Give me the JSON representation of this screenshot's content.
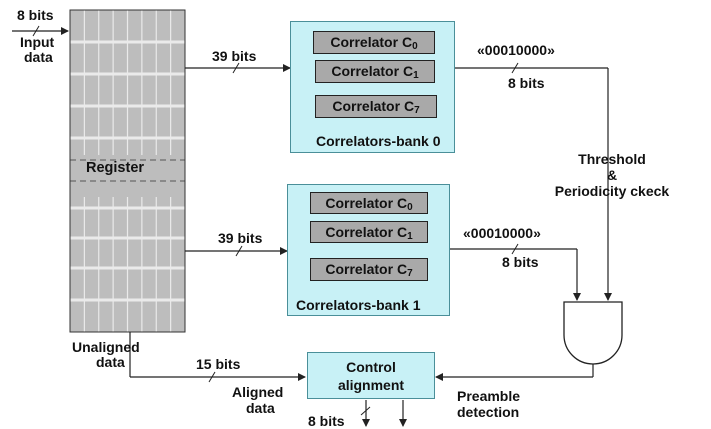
{
  "input": {
    "width_label": "8 bits",
    "line1": "Input",
    "line2": "data"
  },
  "register": {
    "label": "Register"
  },
  "unaligned": {
    "line1": "Unaligned",
    "line2": "data"
  },
  "banks": [
    {
      "name": "Correlators-bank 0",
      "bus_label": "39 bits",
      "pattern": "«00010000»",
      "out_label": "8 bits",
      "correlators": [
        {
          "text": "Correlator C",
          "sub": "0"
        },
        {
          "text": "Correlator C",
          "sub": "1"
        },
        {
          "text": "Correlator C",
          "sub": "7"
        }
      ]
    },
    {
      "name": "Correlators-bank 1",
      "bus_label": "39 bits",
      "pattern": "«00010000»",
      "out_label": "8 bits",
      "correlators": [
        {
          "text": "Correlator C",
          "sub": "0"
        },
        {
          "text": "Correlator C",
          "sub": "1"
        },
        {
          "text": "Correlator C",
          "sub": "7"
        }
      ]
    }
  ],
  "threshold": {
    "line1": "Threshold",
    "line2": "&",
    "line3": "Periodicity ckeck"
  },
  "control": {
    "line1": "Control",
    "line2": "alignment",
    "in_label": "15 bits",
    "aligned_line1": "Aligned",
    "aligned_line2": "data",
    "out_label": "8 bits"
  },
  "preamble": {
    "line1": "Preamble",
    "line2": "detection"
  }
}
